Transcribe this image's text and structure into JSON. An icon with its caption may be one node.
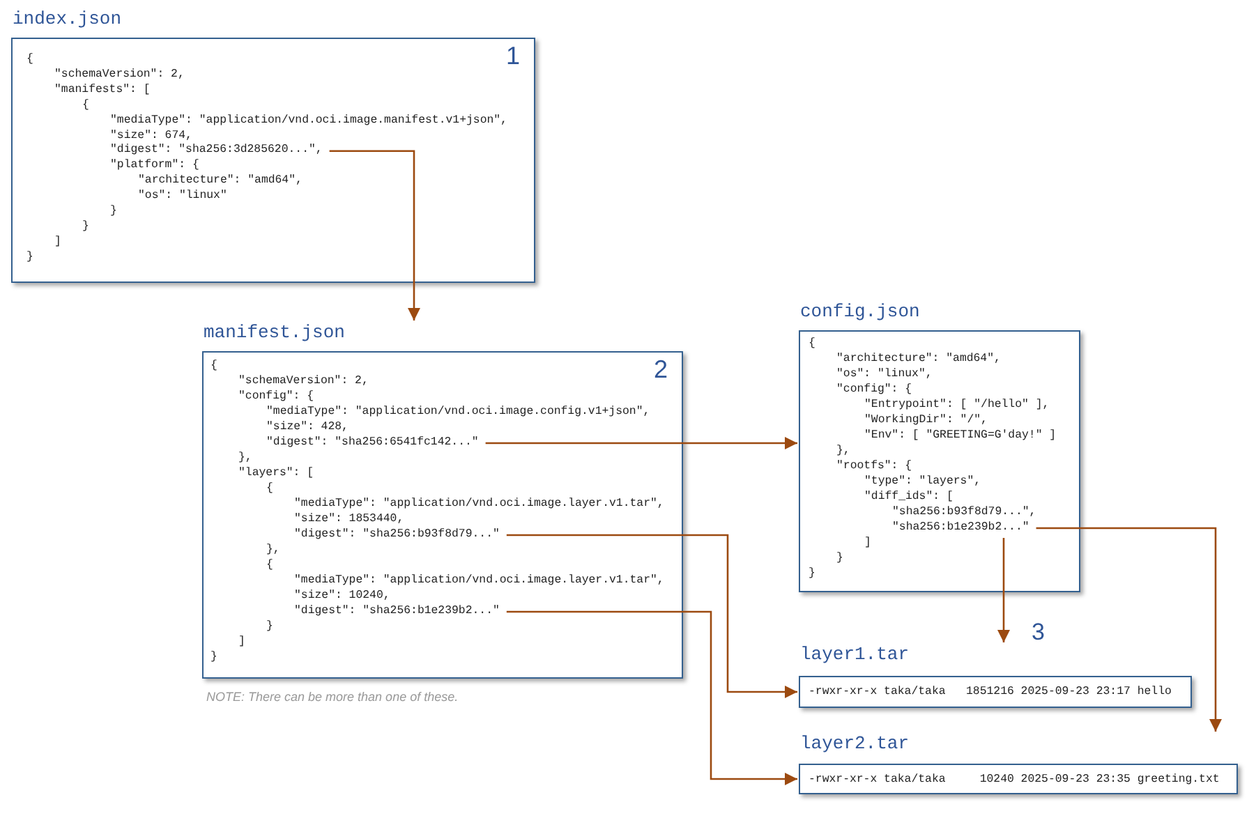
{
  "diagram": {
    "nodes": [
      {
        "text": [
          "index.json",
          "{",
          "\"schemaVersion\": 2,",
          "\"manifests\": [",
          "{",
          "\"mediaType\": \"application/vnd.oci.image.manifest.v1+json\",",
          "\"size\": 674,",
          "\"digest\": \"sha256:3d285620...\",",
          "\"platform\": {",
          "\"architecture\": \"amd64\",",
          "\"os\": \"linux\"",
          "}",
          "}",
          "]",
          "}",
          "1"
        ]
      },
      {
        "text": [
          "manifest.json",
          "{",
          "\"schemaVersion\": 2,",
          "\"config\": {",
          "\"mediaType\": \"application/vnd.oci.image.config.v1+json\",",
          "\"size\": 428,",
          "\"digest\": \"sha256:6541fc142...\"",
          "},",
          "\"layers\": [",
          "{",
          "\"mediaType\": \"application/vnd.oci.image.layer.v1.tar\",",
          "\"size\": 1853440,",
          "\"digest\": \"sha256:b93f8d79...\"",
          "},",
          "{",
          "\"mediaType\": \"application/vnd.oci.image.layer.v1.tar\",",
          "\"size\": 10240,",
          "\"digest\": \"sha256:b1e239b2...\"",
          "}",
          "]",
          "}",
          "2"
        ],
        "beside": [
          "NOTE: There can be more than one of these."
        ]
      },
      {
        "text": [
          "config.json",
          "{",
          "\"architecture\": \"amd64\",",
          "\"os\": \"linux\",",
          "\"config\": {",
          "\"Entrypoint\": [ \"/hello\" ],",
          "\"WorkingDir\": \"/\",",
          "\"Env\": [ \"GREETING=G'day!\" ]",
          "},",
          "\"rootfs\": {",
          "\"type\": \"layers\",",
          "\"diff_ids\": [",
          "\"sha256:b93f8d79...\",",
          "\"sha256:b1e239b2...\"",
          "]",
          "}",
          "}"
        ]
      },
      {
        "text": [
          "layer1.tar",
          "-rwxr-xr-x taka/taka   1851216 2025-09-23 23:17 hello"
        ]
      },
      {
        "text": [
          "layer2.tar",
          "-rwxr-xr-x taka/taka     10240 2025-09-23 23:35 greeting.txt"
        ]
      }
    ],
    "edges": [
      {
        "from": 0,
        "to": 1,
        "arrow": "to"
      },
      {
        "from": 1,
        "to": 2,
        "arrow": "to"
      },
      {
        "from": 1,
        "to": 3,
        "arrow": "to"
      },
      {
        "from": 1,
        "to": 4,
        "arrow": "to"
      },
      {
        "from": 2,
        "to": 3,
        "arrow": "to"
      },
      {
        "from": 2,
        "to": 4,
        "arrow": "to"
      }
    ],
    "labels": [
      "3"
    ]
  }
}
